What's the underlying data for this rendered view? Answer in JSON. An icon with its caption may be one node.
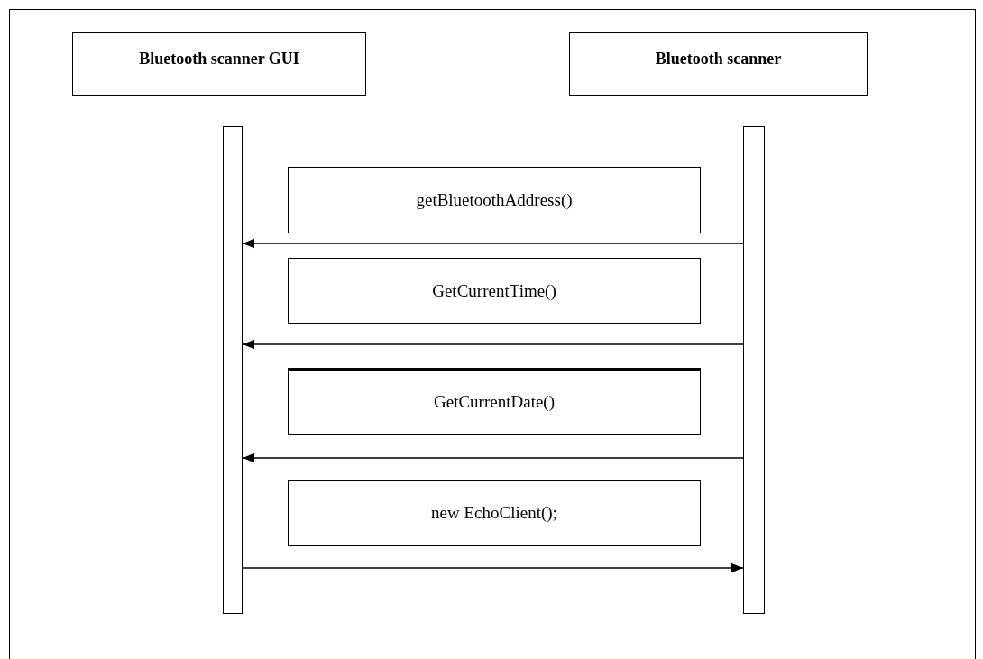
{
  "diagram": {
    "nodes": [
      {
        "text": [
          "Bluetooth scanner GUI"
        ]
      },
      {
        "text": [
          "Bluetooth scanner"
        ]
      },
      {
        "text": [],
        "shape": "bar"
      },
      {
        "text": [],
        "shape": "bar"
      },
      {
        "text": [
          "getBluetoothAddress()"
        ]
      },
      {
        "text": [
          "GetCurrentTime()"
        ]
      },
      {
        "text": [
          "GetCurrentDate()"
        ]
      },
      {
        "text": [
          "new EchoClient();"
        ]
      }
    ],
    "edges": [
      {
        "from": 3,
        "to": 2,
        "arrow": "to"
      },
      {
        "from": 3,
        "to": 2,
        "arrow": "to"
      },
      {
        "from": 3,
        "to": 2,
        "arrow": "to"
      },
      {
        "from": 2,
        "to": 3,
        "arrow": "to"
      }
    ]
  }
}
